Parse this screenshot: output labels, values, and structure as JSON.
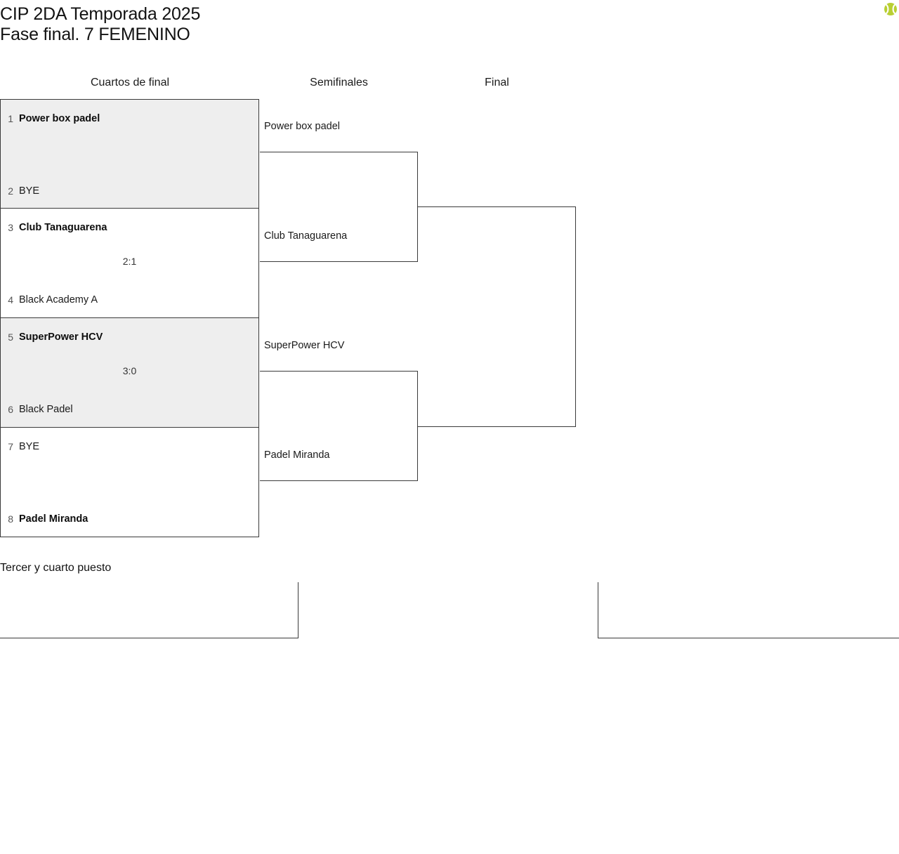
{
  "header": {
    "title_line1": "CIP 2DA Temporada 2025",
    "title_line2": "Fase final. 7 FEMENINO",
    "logo_icon": "tennis-ball-icon",
    "ball_color": "#b9cf33"
  },
  "rounds": [
    {
      "label": "Cuartos de final"
    },
    {
      "label": "Semifinales"
    },
    {
      "label": "Final"
    }
  ],
  "quarterfinals": [
    {
      "shaded": true,
      "score": "",
      "top": {
        "seed": "1",
        "name": "Power box padel",
        "winner": true
      },
      "bottom": {
        "seed": "2",
        "name": "BYE",
        "winner": false
      }
    },
    {
      "shaded": false,
      "score": "2:1",
      "top": {
        "seed": "3",
        "name": "Club Tanaguarena",
        "winner": true
      },
      "bottom": {
        "seed": "4",
        "name": "Black Academy A",
        "winner": false
      }
    },
    {
      "shaded": true,
      "score": "3:0",
      "top": {
        "seed": "5",
        "name": "SuperPower HCV",
        "winner": true
      },
      "bottom": {
        "seed": "6",
        "name": "Black Padel",
        "winner": false
      }
    },
    {
      "shaded": false,
      "score": "",
      "top": {
        "seed": "7",
        "name": "BYE",
        "winner": false
      },
      "bottom": {
        "seed": "8",
        "name": "Padel Miranda",
        "winner": true
      }
    }
  ],
  "semifinals": {
    "slots": [
      {
        "name": "Power box padel"
      },
      {
        "name": "Club Tanaguarena"
      },
      {
        "name": "SuperPower HCV"
      },
      {
        "name": "Padel Miranda"
      }
    ]
  },
  "final": {
    "slots": [
      {
        "name": ""
      },
      {
        "name": ""
      }
    ]
  },
  "third_place": {
    "title": "Tercer y cuarto puesto",
    "slots": [
      {
        "name": ""
      },
      {
        "name": ""
      }
    ]
  },
  "colors": {
    "shade": "#eeeeee",
    "line": "#3a3a3a",
    "text": "#1a1a1a",
    "seed": "#555555"
  }
}
